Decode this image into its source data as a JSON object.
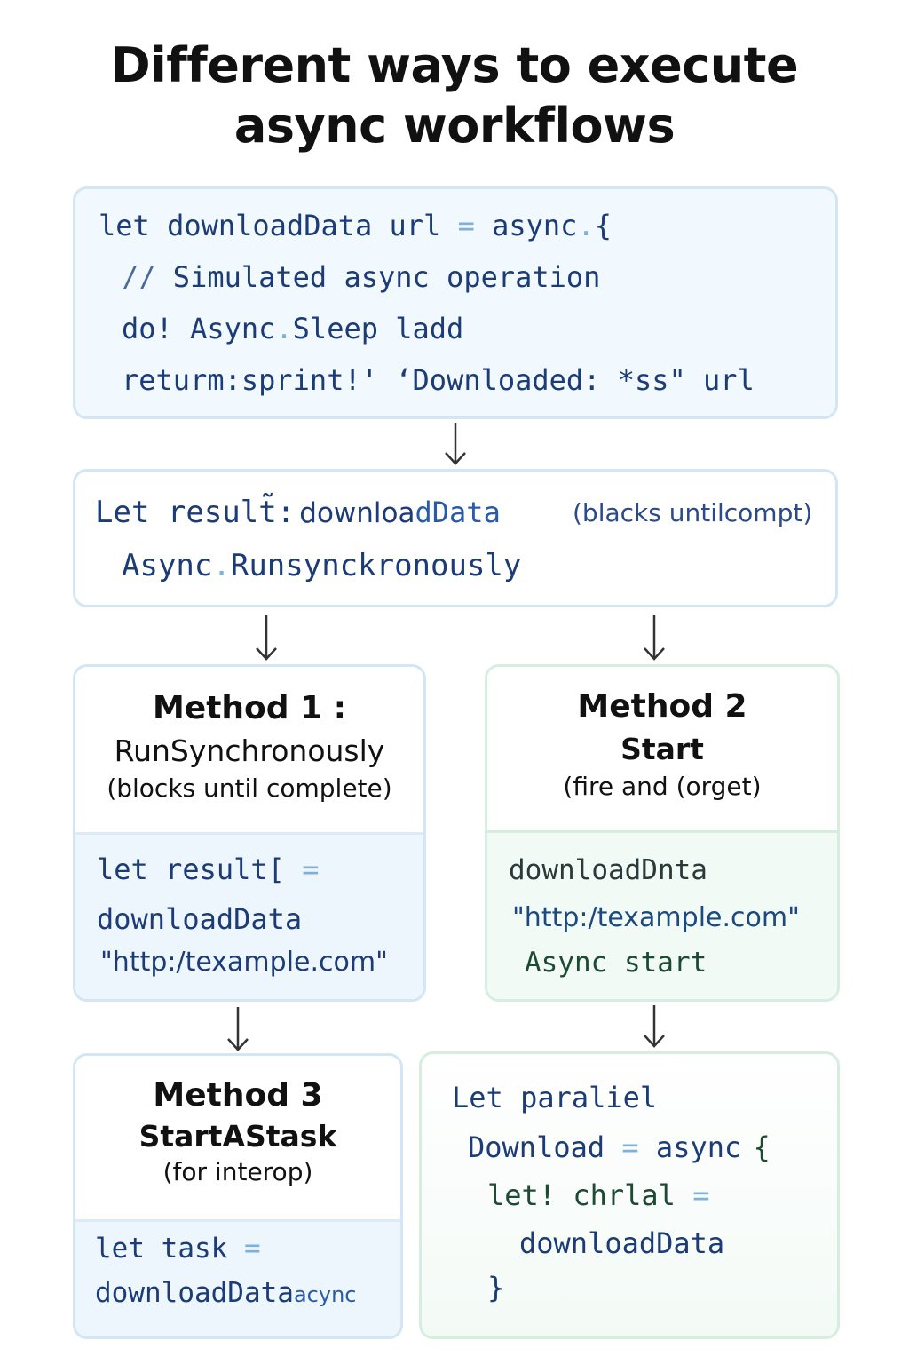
{
  "title": {
    "line1": "Different ways to execute",
    "line2": "async workflows"
  },
  "code_block": {
    "line1": {
      "a": "let downloadData url",
      "op": "=",
      "b": "async",
      "op2": ".",
      "c": "{"
    },
    "line2": {
      "a": "//",
      "b": "Simulated async operation"
    },
    "line3": {
      "a": "do! Async",
      "op": ".",
      "b": "Sleep ladd"
    },
    "line4": "returm:sprint!' ‘Downloaded: *ss\" url"
  },
  "result_block": {
    "line1_code": "Let result̃:",
    "line1_call_a": "downloa",
    "line1_call_b": "dData",
    "line1_note": "(blacks untilcompt)",
    "line2": {
      "a": "Async",
      "op": ".",
      "b": "Runsynckronously"
    }
  },
  "method1": {
    "title": "Method 1 :",
    "subtitle": "RunSynchronously",
    "note": "(blocks until complete)",
    "code": {
      "line1": "let result[",
      "line1_op": "=",
      "line2": "downloadData",
      "line3": "\"http:/texample.com\""
    }
  },
  "method2": {
    "title": "Method 2",
    "subtitle": "Start",
    "note": "(fire and (orget)",
    "code": {
      "line1": "downloadDnta",
      "line2": "\"http:/texample.com\"",
      "line3": "Async start"
    }
  },
  "method3": {
    "title": "Method 3",
    "subtitle": "StartAStask",
    "note": "(for interop)",
    "code": {
      "line1": "let task",
      "line1_op": "=",
      "line2": "downloadData",
      "line2_suffix": "acync"
    }
  },
  "parallel_block": {
    "line1": "Let paraliel",
    "line2": {
      "a": "Download",
      "op": "=",
      "b": "async",
      "c": "{"
    },
    "line3": {
      "a": "let! chrlal",
      "op": "="
    },
    "line4": "downloadData",
    "line5": "}"
  },
  "colors": {
    "box_border": "#d3e6f5",
    "box_fill": "#f1f8fe",
    "code_text": "#1c3c78",
    "operator": "#7fb0d8",
    "green_border": "#d6eee0"
  },
  "icons": [
    "arrow-down-icon"
  ]
}
